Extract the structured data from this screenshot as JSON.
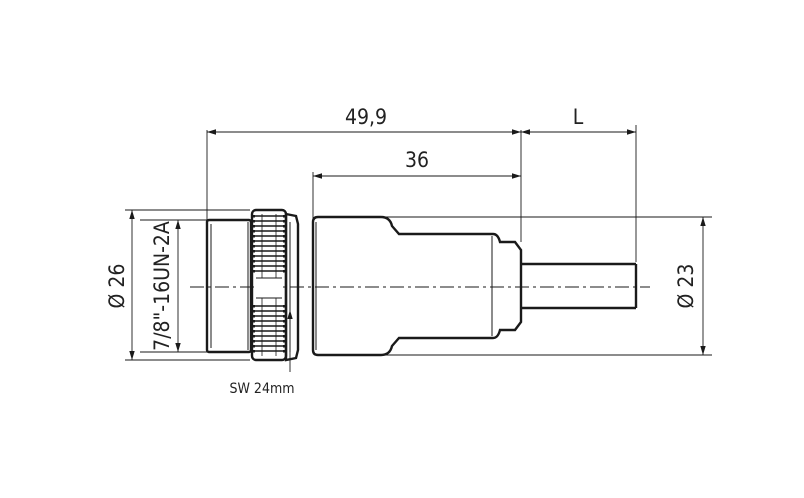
{
  "dimensions": {
    "overall_length": "49,9",
    "body_length": "36",
    "cable_length": "L",
    "thread_diameter": "Ø 26",
    "thread_spec": "7/8\"-16UN-2A",
    "body_diameter": "Ø 23",
    "wrench_size": "SW 24mm"
  }
}
